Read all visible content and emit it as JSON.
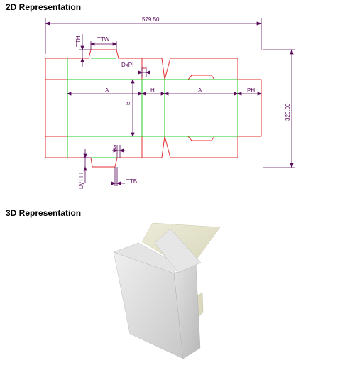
{
  "headings": {
    "two_d": "2D Representation",
    "three_d": "3D Representation"
  },
  "dimensions": {
    "total_width": "579.50",
    "total_height": "320.00",
    "TTH": "TTH",
    "TTW": "TTW",
    "DxPI": "DxPI",
    "A_left": "A",
    "H": "H",
    "A_right": "A",
    "PH": "PH",
    "B": "B",
    "S": "S",
    "DyTTT": "DyTTT",
    "TTB": "TTB"
  },
  "colors": {
    "cut_line": "#e03030",
    "fold_line": "#22cc22",
    "dimension": "#5a0a5a",
    "box_face": "#dcdcdc",
    "box_lid": "#e8e6cf"
  }
}
